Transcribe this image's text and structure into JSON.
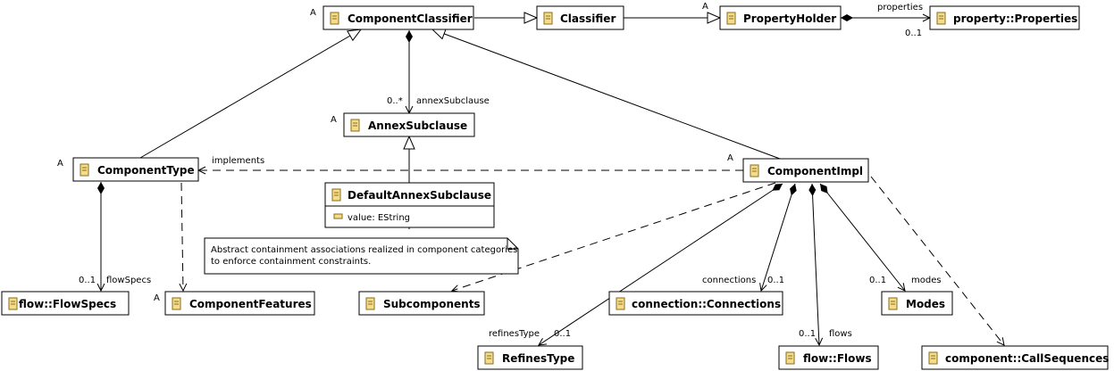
{
  "classes": {
    "component_classifier": {
      "name": "ComponentClassifier",
      "abstract": "A"
    },
    "classifier": {
      "name": "Classifier"
    },
    "property_holder": {
      "name": "PropertyHolder",
      "abstract": "A"
    },
    "properties": {
      "name": "property::Properties"
    },
    "annex_subclause": {
      "name": "AnnexSubclause",
      "abstract": "A"
    },
    "component_type": {
      "name": "ComponentType",
      "abstract": "A"
    },
    "component_impl": {
      "name": "ComponentImpl",
      "abstract": "A"
    },
    "default_annex_subclause": {
      "name": "DefaultAnnexSubclause",
      "attribute": "value: EString"
    },
    "flow_specs": {
      "name": "flow::FlowSpecs"
    },
    "component_features": {
      "name": "ComponentFeatures",
      "abstract": "A"
    },
    "subcomponents": {
      "name": "Subcomponents"
    },
    "connections": {
      "name": "connection::Connections"
    },
    "modes": {
      "name": "Modes"
    },
    "refines_type": {
      "name": "RefinesType"
    },
    "flows": {
      "name": "flow::Flows"
    },
    "call_sequences": {
      "name": "component::CallSequences"
    }
  },
  "labels": {
    "properties_role": "properties",
    "properties_mult": "0..1",
    "annex_mult": "0..*",
    "annex_role": "annexSubclause",
    "implements": "implements",
    "flowspecs_mult": "0..1",
    "flowspecs_role": "flowSpecs",
    "connections_role": "connections",
    "connections_mult": "0..1",
    "modes_mult": "0..1",
    "modes_role": "modes",
    "refines_role": "refinesType",
    "refines_mult": "0..1",
    "flows_mult": "0..1",
    "flows_role": "flows"
  },
  "note": {
    "line1": "Abstract containment associations realized in component categories",
    "line2": "to enforce containment constraints."
  },
  "colors": {
    "class_fill": "#ffffff",
    "class_border": "#000000",
    "icon_fill": "#f3dc8c",
    "icon_border": "#8a6d1a",
    "note_fill": "#ffffff"
  }
}
